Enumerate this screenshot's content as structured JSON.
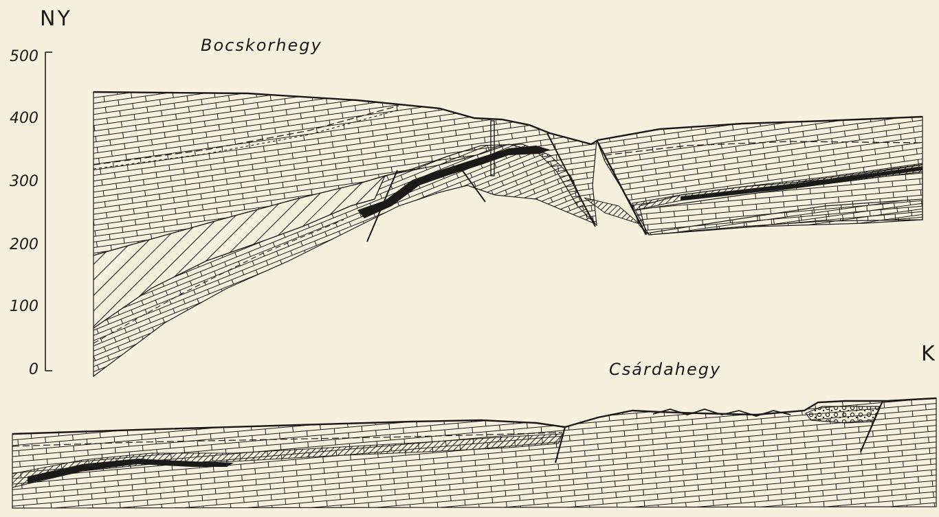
{
  "labels": {
    "west": "NY",
    "east": "K",
    "upper_place": "Bocskorhegy",
    "lower_place": "Csárdahegy"
  },
  "elevation_axis": {
    "ticks": [
      "500",
      "400",
      "300",
      "200",
      "100",
      "0"
    ]
  },
  "colors": {
    "paper": "#f6f0df",
    "ink": "#1b1a18"
  },
  "patterns": [
    "limestone-brick",
    "diagonal-hatch",
    "fine-hatch",
    "coal-seam",
    "conglomerate-dots",
    "sand-stipple"
  ]
}
